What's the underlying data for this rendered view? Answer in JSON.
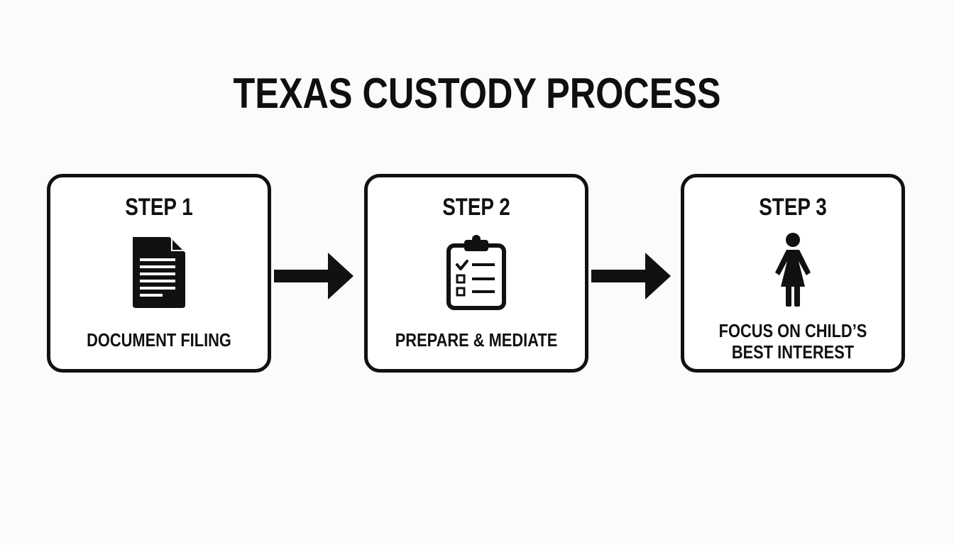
{
  "title": "TEXAS CUSTODY PROCESS",
  "steps": [
    {
      "title": "STEP 1",
      "icon": "document-icon",
      "label": "DOCUMENT FILING"
    },
    {
      "title": "STEP 2",
      "icon": "clipboard-checklist-icon",
      "label": "PREPARE & MEDIATE"
    },
    {
      "title": "STEP 3",
      "icon": "child-icon",
      "label_lines": [
        "FOCUS ON CHILD’S",
        "BEST INTEREST"
      ]
    }
  ],
  "colors": {
    "stroke": "#111111",
    "background": "#fbfbfb"
  }
}
